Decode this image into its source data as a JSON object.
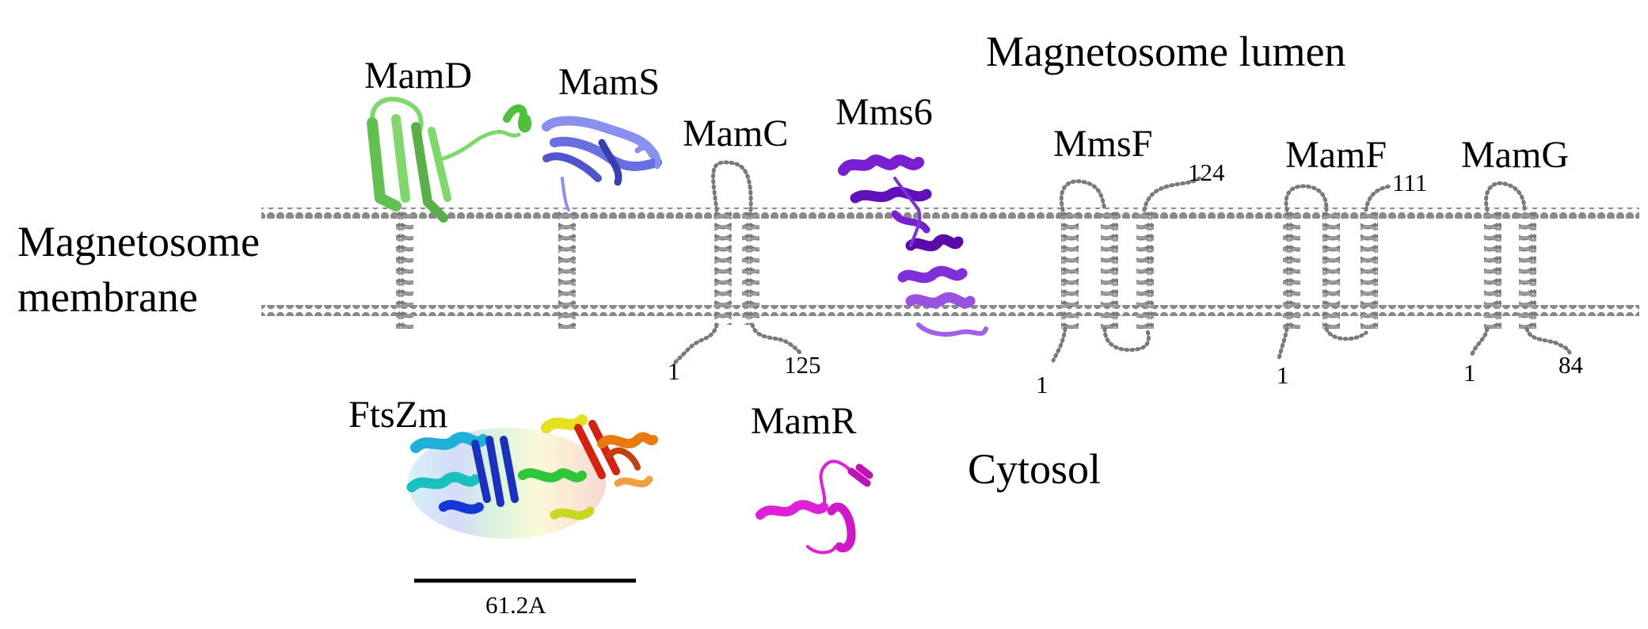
{
  "regions": {
    "lumen": "Magnetosome lumen",
    "membrane_line1": "Magnetosome",
    "membrane_line2": "membrane",
    "cytosol": "Cytosol"
  },
  "proteins": {
    "mamd": "MamD",
    "mams": "MamS",
    "mamc": "MamC",
    "mms6": "Mms6",
    "mmsf": "MmsF",
    "mamf": "MamF",
    "mamg": "MamG",
    "ftszm": "FtsZm",
    "mamr": "MamR"
  },
  "residues": {
    "mamc_start": "1",
    "mamc_end": "125",
    "mmsf_start": "1",
    "mmsf_end": "124",
    "mamf_start": "1",
    "mamf_end": "111",
    "mamg_start": "1",
    "mamg_end": "84"
  },
  "scale_bar": "61.2A",
  "colors": {
    "membrane": "#8a8a8a",
    "mamd": "#7ed86a",
    "mams": "#6a6fe0",
    "mms6": "#7a1fd0",
    "mamr": "#e020d8",
    "helix": "#7a7a7a"
  }
}
